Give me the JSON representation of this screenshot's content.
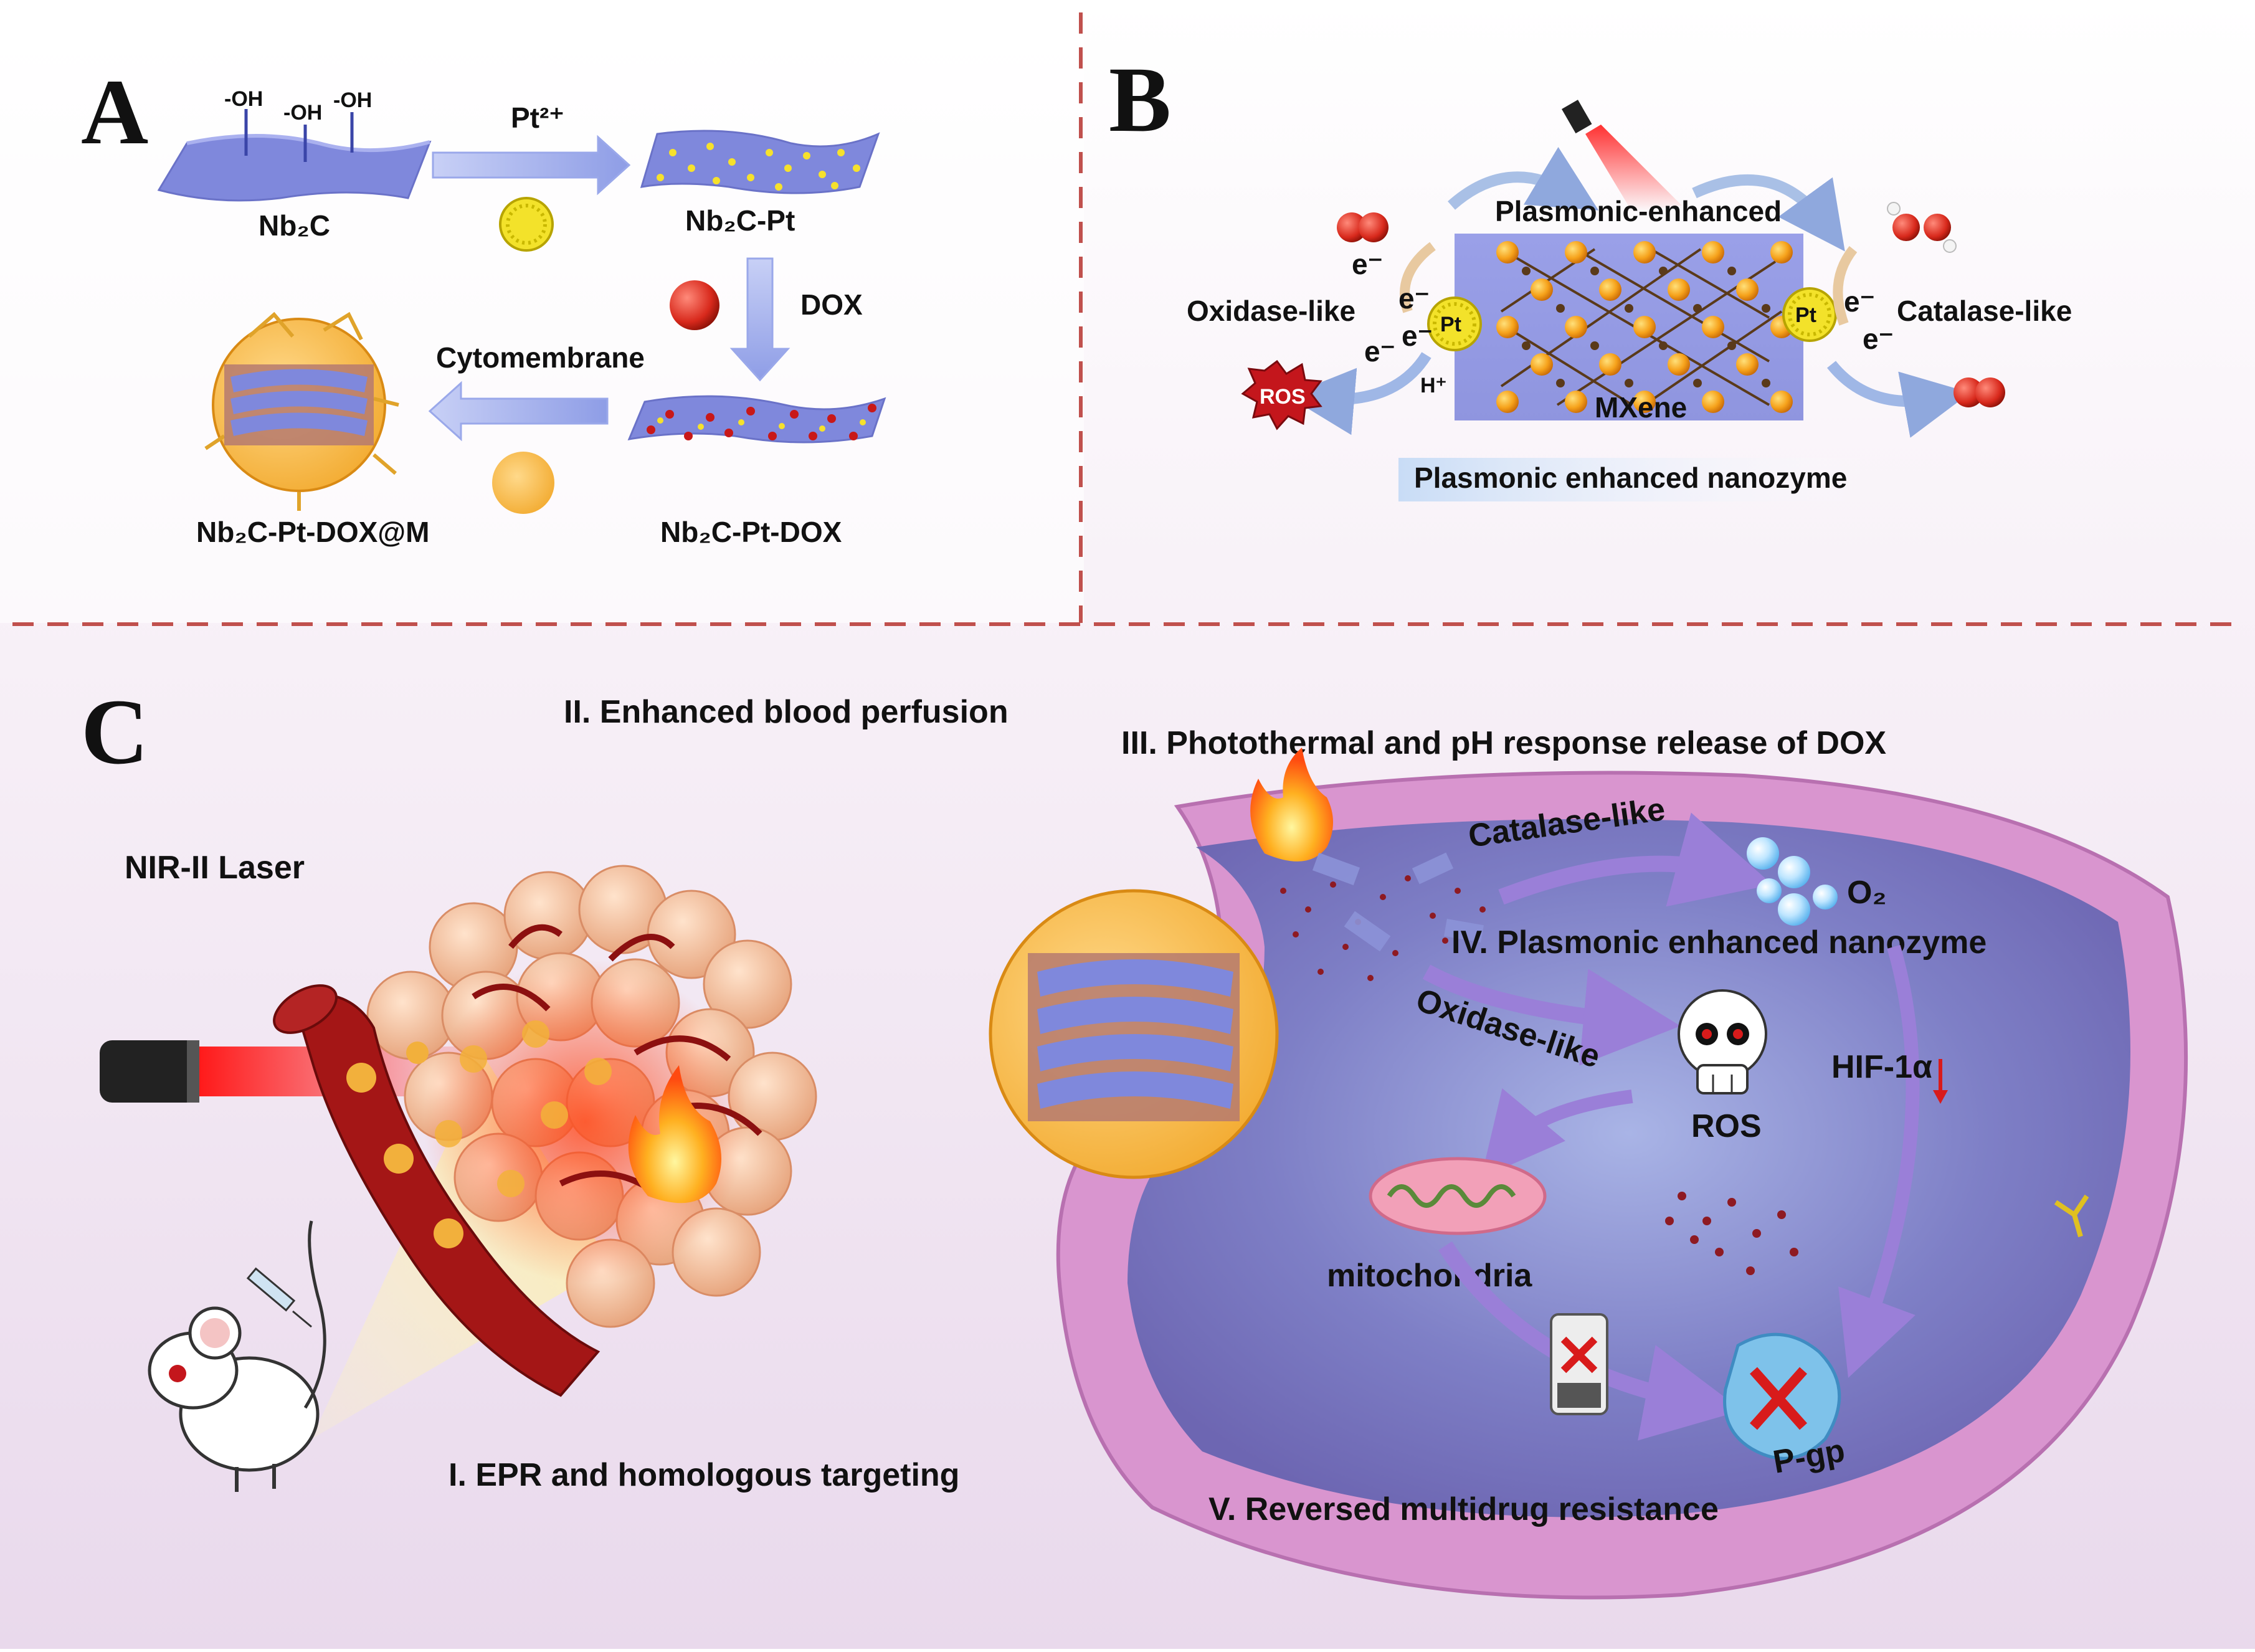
{
  "panels": {
    "a": "A",
    "b": "B",
    "c": "C"
  },
  "panel_a": {
    "oh": "-OH",
    "nb2c": "Nb₂C",
    "pt_ion": "Pt²⁺",
    "nb2c_pt": "Nb₂C-Pt",
    "dox": "DOX",
    "cytomembrane": "Cytomembrane",
    "nb2c_pt_dox": "Nb₂C-Pt-DOX",
    "nb2c_pt_dox_m": "Nb₂C-Pt-DOX@M"
  },
  "panel_b": {
    "plasmonic_enhanced": "Plasmonic-enhanced",
    "oxidase_like": "Oxidase-like",
    "catalase_like": "Catalase-like",
    "electron": "e⁻",
    "proton": "H⁺",
    "pt": "Pt",
    "ros": "ROS",
    "mxene": "MXene",
    "caption": "Plasmonic enhanced nanozyme"
  },
  "panel_c": {
    "step1": "I. EPR and homologous targeting",
    "step2": "II. Enhanced blood perfusion",
    "step3": "III. Photothermal and pH response release of DOX",
    "step4": "IV. Plasmonic enhanced nanozyme",
    "step5": "V.  Reversed multidrug resistance",
    "laser": "NIR-II Laser",
    "catalase_like": "Catalase-like",
    "oxidase_like": "Oxidase-like",
    "o2": "O₂",
    "ros": "ROS",
    "hif": "HIF-1α",
    "mitochondria": "mitochondria",
    "pgp": "P-gp"
  },
  "colors": {
    "divider": "#c0504d",
    "mxene_sheet": "#7d86d6",
    "arrow_fill": "#a9b4ee",
    "cell_pink": "#d98fcf",
    "cell_inner": "#8d88cf",
    "tumor": "#f0c09a",
    "vessel": "#9e1010",
    "laser": "#ff2a2a"
  }
}
